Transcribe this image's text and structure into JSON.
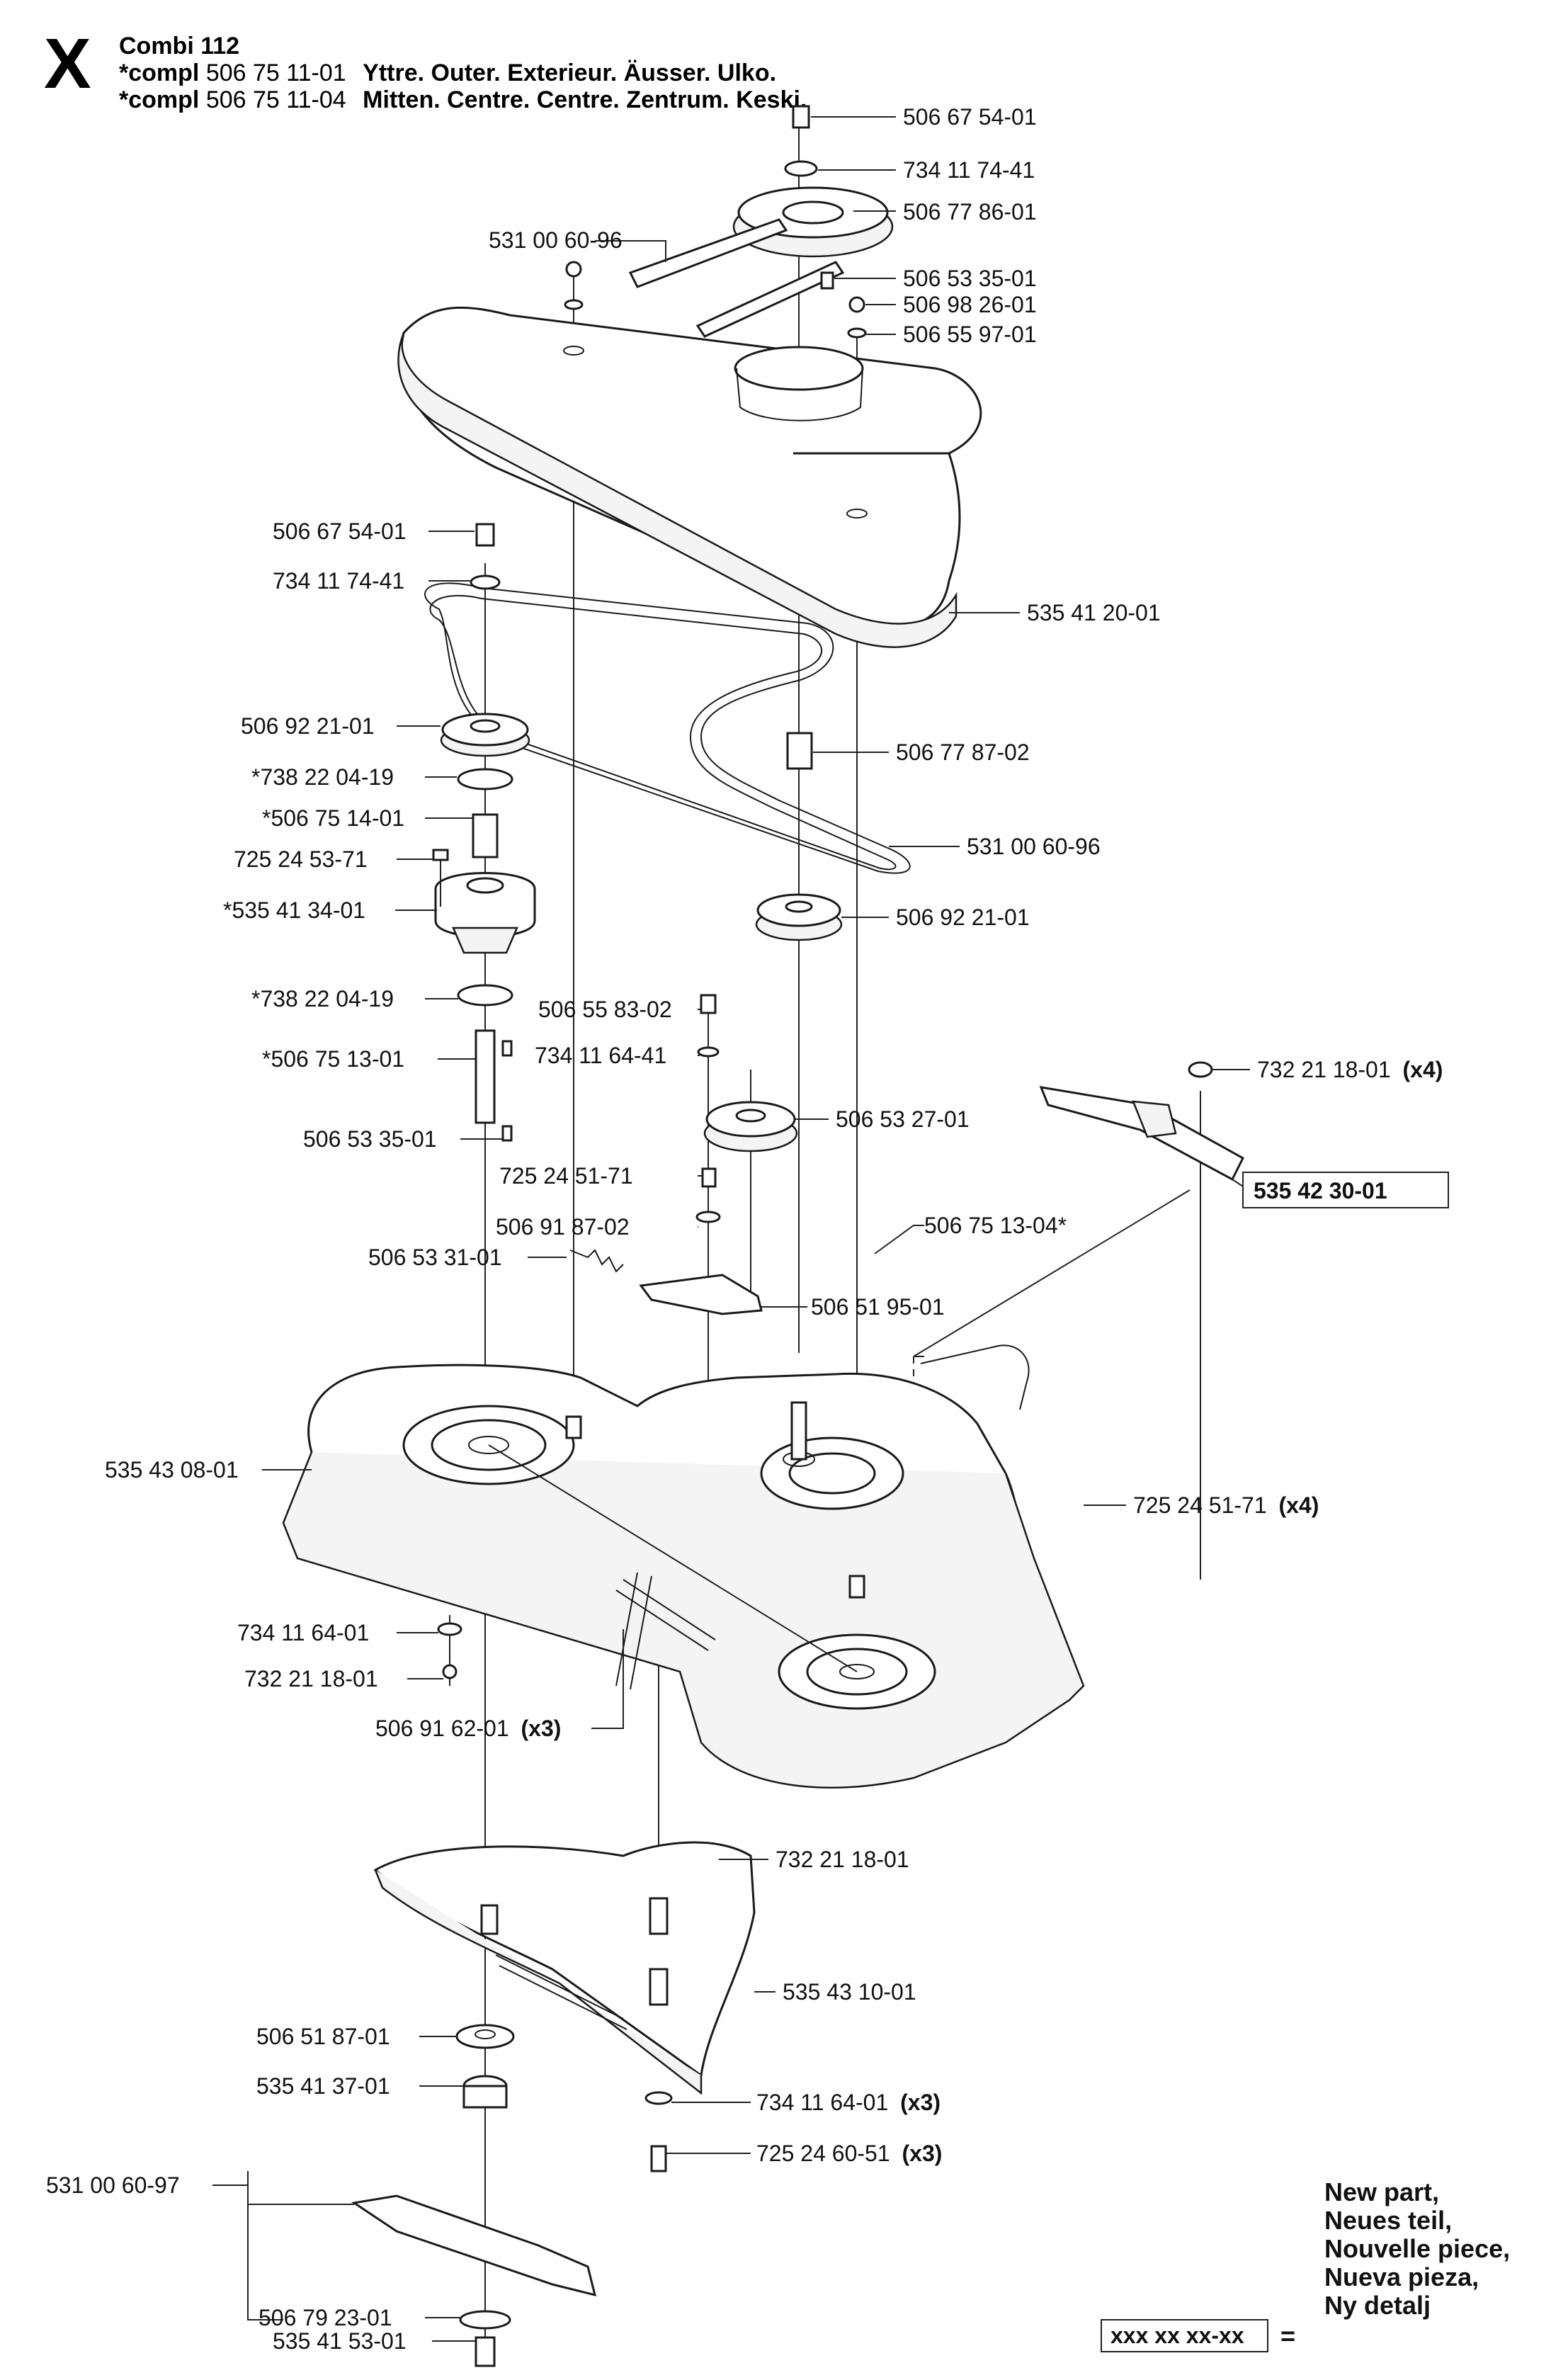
{
  "header": {
    "letter": "X",
    "model": "Combi 112",
    "rows": [
      {
        "prefix": "*compl",
        "number": "506 75 11-01",
        "desc": "Yttre. Outer. Exterieur. Äusser. Ulko."
      },
      {
        "prefix": "*compl",
        "number": "506 75 11-04",
        "desc": "Mitten. Centre. Centre. Zentrum. Keski."
      }
    ]
  },
  "labels": {
    "l1": "506 67 54-01",
    "l2": "734 11 74-41",
    "l3": "506 77 86-01",
    "l4": "531 00 60-96",
    "l5": "506 53 35-01",
    "l6": "506 98 26-01",
    "l7": "506 55 97-01",
    "l8": "506 67 54-01",
    "l9": "734 11 74-41",
    "l10": "535 41 20-01",
    "l11": "506 92 21-01",
    "l12": "506 77 87-02",
    "l13": "*738 22 04-19",
    "l14": "*506 75 14-01",
    "l15": "531 00 60-96",
    "l16": "725 24 53-71",
    "l17": "*535 41 34-01",
    "l18": "506 92 21-01",
    "l19": "*738 22 04-19",
    "l20": "506 55 83-02",
    "l21": "732 21 18-01",
    "l21q": "(x4)",
    "l22": "734 11 64-41",
    "l23": "*506 75 13-01",
    "l24": "506 53 27-01",
    "l25": "506 53 35-01",
    "l26": "535 42 30-01",
    "l27": "725 24 51-71",
    "l28": "506 75 13-04*",
    "l29": "506 91 87-02",
    "l30": "506 53 31-01",
    "l31": "506 51 95-01",
    "l32": "535 43 08-01",
    "l33": "725 24 51-71",
    "l33q": "(x4)",
    "l34": "734 11 64-01",
    "l35": "732 21 18-01",
    "l36": "506 91 62-01",
    "l36q": "(x3)",
    "l37": "732 21 18-01",
    "l38": "535 43 10-01",
    "l39": "506 51 87-01",
    "l40": "535 41 37-01",
    "l41": "734 11 64-01",
    "l41q": "(x3)",
    "l42": "725 24 60-51",
    "l42q": "(x3)",
    "l43": "531 00 60-97",
    "l44": "506 79 23-01",
    "l45": "535 41 53-01"
  },
  "legend": {
    "box_text": "xxx xx xx-xx",
    "equals": "=",
    "lines": [
      "New part,",
      "Neues teil,",
      "Nouvelle piece,",
      "Nueva pieza,",
      "Ny detalj"
    ]
  }
}
